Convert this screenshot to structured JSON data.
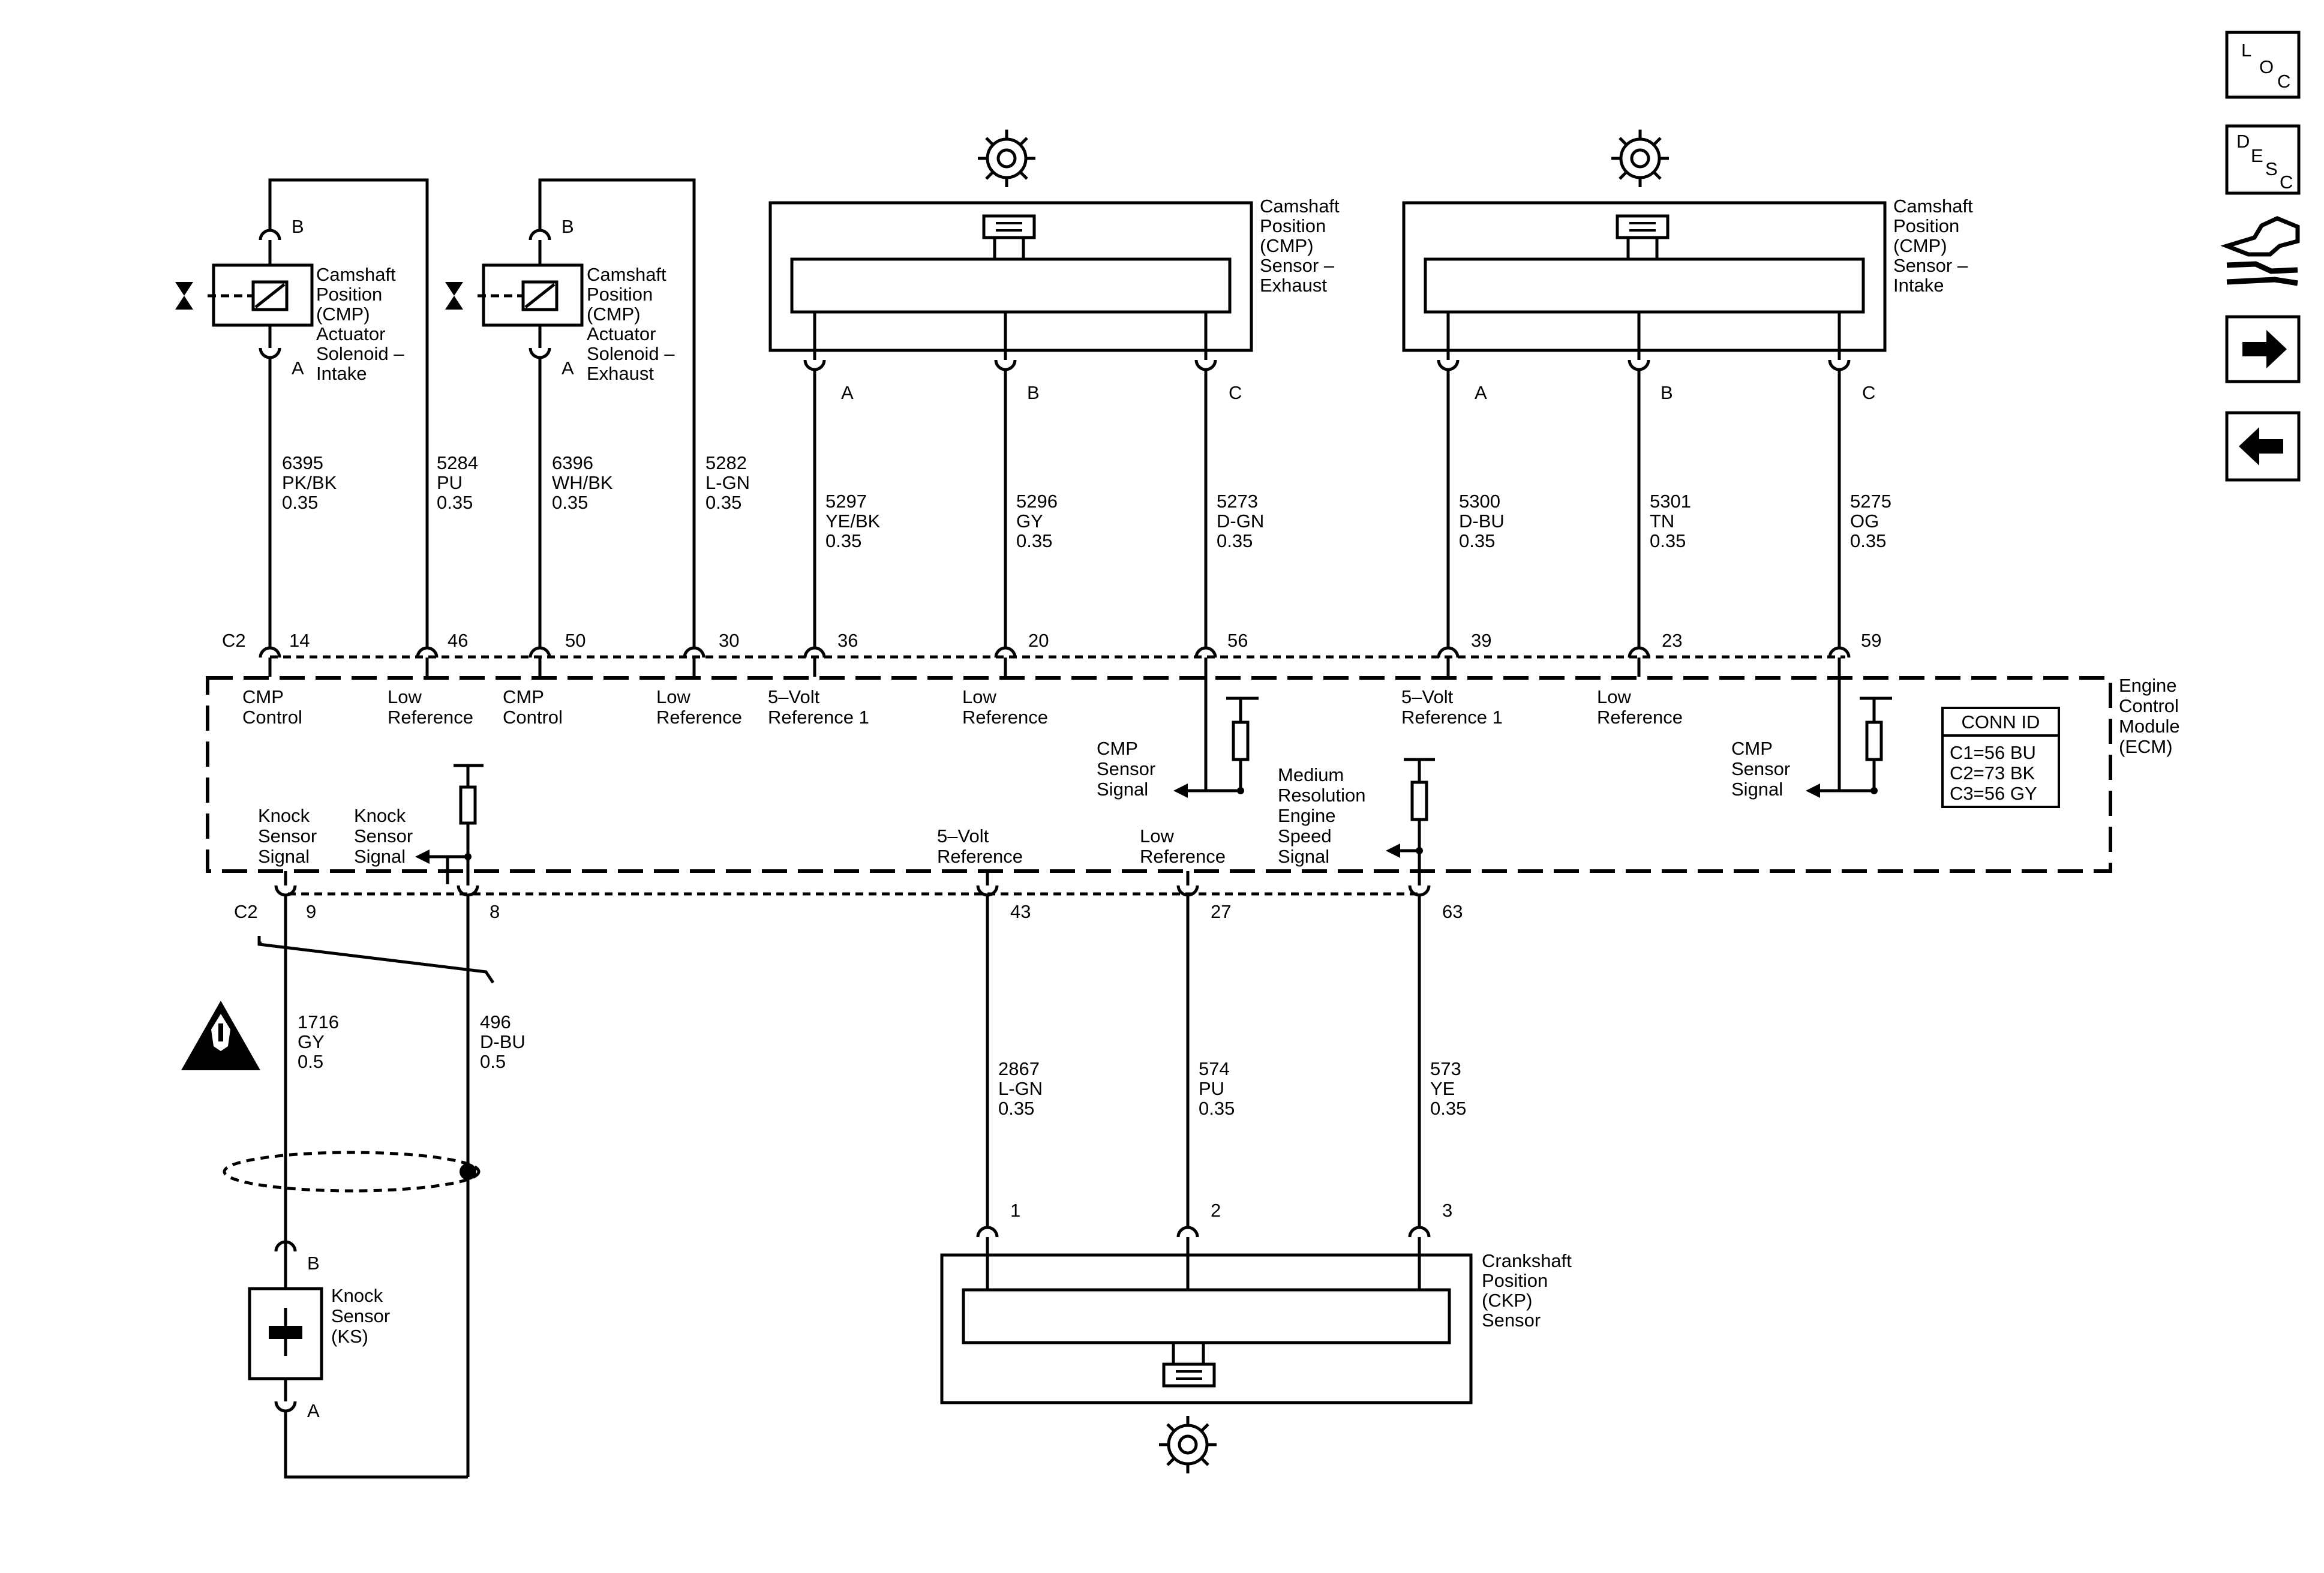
{
  "nav": {
    "loc": {
      "l": "L",
      "o": "O",
      "c": "C"
    },
    "desc": {
      "d": "D",
      "e": "E",
      "s": "S",
      "c": "C"
    }
  },
  "components": {
    "act_intake": {
      "label": [
        "Camshaft",
        "Position",
        "(CMP)",
        "Actuator",
        "Solenoid –",
        "Intake"
      ],
      "pin_b": "B",
      "pin_a": "A"
    },
    "act_exhaust": {
      "label": [
        "Camshaft",
        "Position",
        "(CMP)",
        "Actuator",
        "Solenoid –",
        "Exhaust"
      ],
      "pin_b": "B",
      "pin_a": "A"
    },
    "cmp_exhaust": {
      "label": [
        "Camshaft",
        "Position",
        "(CMP)",
        "Sensor –",
        "Exhaust"
      ],
      "pins": [
        "A",
        "B",
        "C"
      ]
    },
    "cmp_intake": {
      "label": [
        "Camshaft",
        "Position",
        "(CMP)",
        "Sensor –",
        "Intake"
      ],
      "pins": [
        "A",
        "B",
        "C"
      ]
    },
    "ckp": {
      "label": [
        "Crankshaft",
        "Position",
        "(CKP)",
        "Sensor"
      ],
      "pins": [
        "1",
        "2",
        "3"
      ]
    },
    "knock": {
      "label": [
        "Knock",
        "Sensor",
        "(KS)"
      ],
      "pin_b": "B",
      "pin_a": "A"
    },
    "ecm": {
      "label": [
        "Engine",
        "Control",
        "Module",
        "(ECM)"
      ]
    }
  },
  "wires_top": [
    {
      "circuit": "6395",
      "color": "PK/BK",
      "gauge": "0.35",
      "pin": "14",
      "function": [
        "CMP",
        "Control"
      ]
    },
    {
      "circuit": "5284",
      "color": "PU",
      "gauge": "0.35",
      "pin": "46",
      "function": [
        "Low",
        "Reference"
      ]
    },
    {
      "circuit": "6396",
      "color": "WH/BK",
      "gauge": "0.35",
      "pin": "50",
      "function": [
        "CMP",
        "Control"
      ]
    },
    {
      "circuit": "5282",
      "color": "L-GN",
      "gauge": "0.35",
      "pin": "30",
      "function": [
        "Low",
        "Reference"
      ]
    },
    {
      "circuit": "5297",
      "color": "YE/BK",
      "gauge": "0.35",
      "pin": "36",
      "function": [
        "5–Volt",
        "Reference 1"
      ]
    },
    {
      "circuit": "5296",
      "color": "GY",
      "gauge": "0.35",
      "pin": "20",
      "function": [
        "Low",
        "Reference"
      ]
    },
    {
      "circuit": "5273",
      "color": "D-GN",
      "gauge": "0.35",
      "pin": "56",
      "function": [
        "CMP",
        "Sensor",
        "Signal"
      ]
    },
    {
      "circuit": "5300",
      "color": "D-BU",
      "gauge": "0.35",
      "pin": "39",
      "function": [
        "5–Volt",
        "Reference 1"
      ]
    },
    {
      "circuit": "5301",
      "color": "TN",
      "gauge": "0.35",
      "pin": "23",
      "function": [
        "Low",
        "Reference"
      ]
    },
    {
      "circuit": "5275",
      "color": "OG",
      "gauge": "0.35",
      "pin": "59",
      "function": [
        "CMP",
        "Sensor",
        "Signal"
      ]
    }
  ],
  "wires_bottom": [
    {
      "circuit": "1716",
      "color": "GY",
      "gauge": "0.5",
      "pin": "9",
      "function": [
        "Knock",
        "Sensor",
        "Signal"
      ]
    },
    {
      "circuit": "496",
      "color": "D-BU",
      "gauge": "0.5",
      "pin": "8",
      "function": [
        "Knock",
        "Sensor",
        "Signal"
      ]
    },
    {
      "circuit": "2867",
      "color": "L-GN",
      "gauge": "0.35",
      "pin": "43",
      "function": [
        "5–Volt",
        "Reference"
      ]
    },
    {
      "circuit": "574",
      "color": "PU",
      "gauge": "0.35",
      "pin": "27",
      "function": [
        "Low",
        "Reference"
      ]
    },
    {
      "circuit": "573",
      "color": "YE",
      "gauge": "0.35",
      "pin": "63",
      "function": [
        "Medium",
        "Resolution",
        "Engine",
        "Speed",
        "Signal"
      ]
    }
  ],
  "connector_top": "C2",
  "connector_bottom": "C2",
  "conn_id": {
    "title": "CONN ID",
    "rows": [
      "C1=56 BU",
      "C2=73 BK",
      "C3=56 GY"
    ]
  }
}
